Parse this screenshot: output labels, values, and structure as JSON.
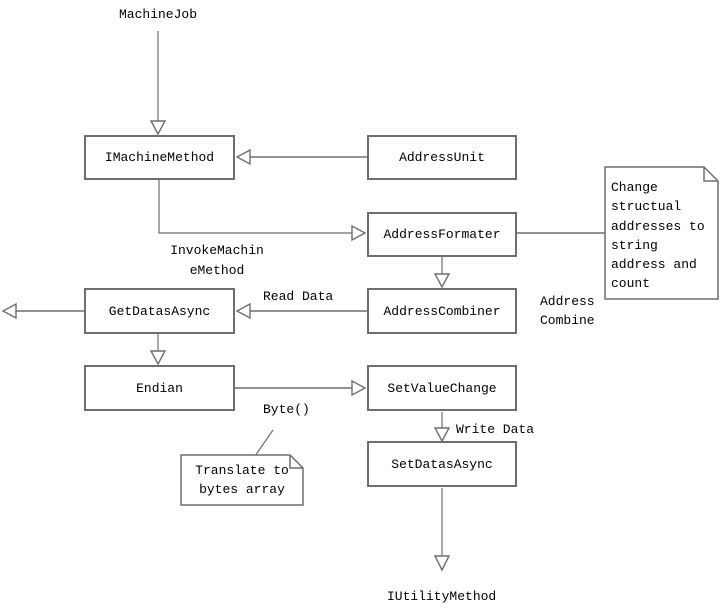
{
  "colors": {
    "background": "#ffffff",
    "line": "#6e6e6e",
    "text": "#000000",
    "shape_fill": "#ffffff"
  },
  "nodes": {
    "machine_job": {
      "label": "MachineJob",
      "shape": "text"
    },
    "imachine_method": {
      "label": "IMachineMethod",
      "shape": "box"
    },
    "address_unit": {
      "label": "AddressUnit",
      "shape": "box"
    },
    "address_formater": {
      "label": "AddressFormater",
      "shape": "box"
    },
    "address_combiner": {
      "label": "AddressCombiner",
      "shape": "box"
    },
    "get_datas_async": {
      "label": "GetDatasAsync",
      "shape": "box"
    },
    "endian": {
      "label": "Endian",
      "shape": "box"
    },
    "set_value_change": {
      "label": "SetValueChange",
      "shape": "box"
    },
    "set_datas_async": {
      "label": "SetDatasAsync",
      "shape": "box"
    },
    "iutility_method": {
      "label": "IUtilityMethod",
      "shape": "text"
    }
  },
  "notes": {
    "change_structual": {
      "text": "Change structual addresses to string address and count"
    },
    "translate_bytes": {
      "text": "Translate to bytes array"
    }
  },
  "edge_labels": {
    "invoke_machine_method": "InvokeMachineMethod",
    "read_data": "Read Data",
    "address_combine": "Address Combine",
    "byte": "Byte()",
    "write_data": "Write Data"
  },
  "edges": [
    {
      "from": "MachineJob",
      "to": "IMachineMethod",
      "label": ""
    },
    {
      "from": "AddressUnit",
      "to": "IMachineMethod",
      "label": ""
    },
    {
      "from": "IMachineMethod",
      "to": "AddressFormater",
      "label": "InvokeMachineMethod"
    },
    {
      "from": "AddressFormater",
      "to": "AddressCombiner",
      "label": "Address Combine"
    },
    {
      "from": "AddressFormater",
      "to": "note:change_structual",
      "label": ""
    },
    {
      "from": "AddressCombiner",
      "to": "GetDatasAsync",
      "label": "Read Data"
    },
    {
      "from": "GetDatasAsync",
      "to": "(off-canvas left)",
      "label": ""
    },
    {
      "from": "GetDatasAsync",
      "to": "Endian",
      "label": ""
    },
    {
      "from": "Endian",
      "to": "SetValueChange",
      "label": "Byte()"
    },
    {
      "from": "SetValueChange",
      "to": "SetDatasAsync",
      "label": "Write Data"
    },
    {
      "from": "SetDatasAsync",
      "to": "IUtilityMethod",
      "label": ""
    },
    {
      "from": "note:translate_bytes",
      "to": "Byte()",
      "label": ""
    }
  ]
}
